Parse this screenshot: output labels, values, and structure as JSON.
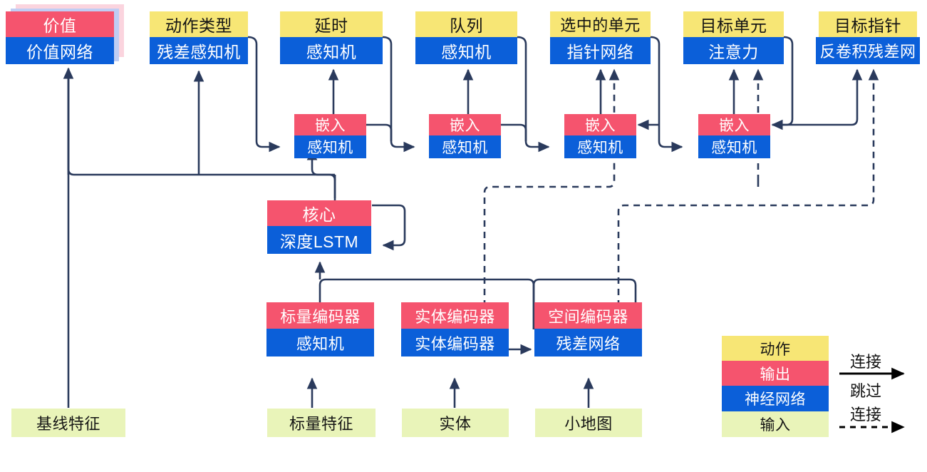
{
  "diagram": {
    "title": "AlphaStar-style agent architecture (Chinese labels)",
    "palette": {
      "action": "#F7E675",
      "output": "#F5546E",
      "network": "#0B5FD9",
      "input": "#E9F4B9",
      "wire": "#2A3A5C",
      "legend_arrow": "#000000",
      "shadow_pink": "#FBD4DE",
      "shadow_blue": "#BFCDF4"
    },
    "top_row": [
      {
        "id": "value",
        "top": "价值",
        "bottom": "价值网络",
        "top_kind": "output",
        "bottom_kind": "net",
        "stacked": true
      },
      {
        "id": "action-type",
        "top": "动作类型",
        "bottom": "残差感知机",
        "top_kind": "action",
        "bottom_kind": "net",
        "stacked": false
      },
      {
        "id": "delay",
        "top": "延时",
        "bottom": "感知机",
        "top_kind": "action",
        "bottom_kind": "net",
        "stacked": false
      },
      {
        "id": "queue",
        "top": "队列",
        "bottom": "感知机",
        "top_kind": "action",
        "bottom_kind": "net",
        "stacked": false
      },
      {
        "id": "selected-units",
        "top": "选中的单元",
        "bottom": "指针网络",
        "top_kind": "action",
        "bottom_kind": "net",
        "stacked": false
      },
      {
        "id": "target-unit",
        "top": "目标单元",
        "bottom": "注意力",
        "top_kind": "action",
        "bottom_kind": "net",
        "stacked": false
      },
      {
        "id": "target-point",
        "top": "目标指针",
        "bottom": "反卷积残差网",
        "top_kind": "action",
        "bottom_kind": "net",
        "stacked": false
      }
    ],
    "embed_row": [
      {
        "id": "embed-1",
        "top": "嵌入",
        "bottom": "感知机"
      },
      {
        "id": "embed-2",
        "top": "嵌入",
        "bottom": "感知机"
      },
      {
        "id": "embed-3",
        "top": "嵌入",
        "bottom": "感知机"
      },
      {
        "id": "embed-4",
        "top": "嵌入",
        "bottom": "感知机"
      }
    ],
    "core": {
      "id": "core",
      "top": "核心",
      "bottom": "深度LSTM"
    },
    "encoder_row": [
      {
        "id": "scalar-encoder",
        "top": "标量编码器",
        "bottom": "感知机"
      },
      {
        "id": "entity-encoder",
        "top": "实体编码器",
        "bottom": "实体编码器"
      },
      {
        "id": "spatial-encoder",
        "top": "空间编码器",
        "bottom": "残差网络"
      }
    ],
    "input_row": [
      {
        "id": "baseline-features",
        "label": "基线特征"
      },
      {
        "id": "scalar-features",
        "label": "标量特征"
      },
      {
        "id": "entities",
        "label": "实体"
      },
      {
        "id": "minimap",
        "label": "小地图"
      }
    ],
    "legend": {
      "swatches": [
        {
          "id": "action",
          "label": "动作",
          "kind": "action"
        },
        {
          "id": "output",
          "label": "输出",
          "kind": "output"
        },
        {
          "id": "network",
          "label": "神经网络",
          "kind": "net"
        },
        {
          "id": "input",
          "label": "输入",
          "kind": "input"
        }
      ],
      "connection_label": "连接",
      "skip_label_line1": "跳过",
      "skip_label_line2": "连接"
    }
  }
}
